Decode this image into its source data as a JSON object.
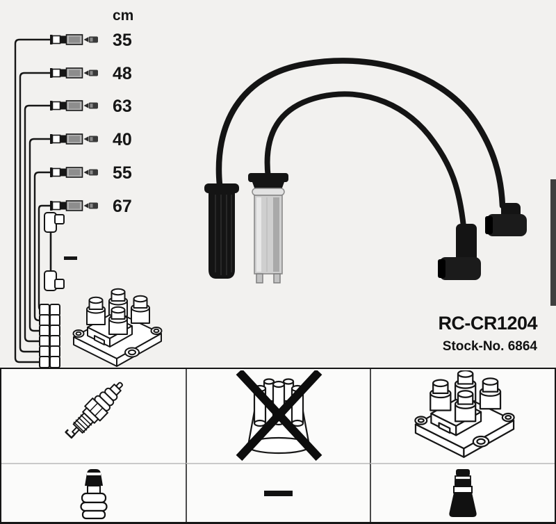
{
  "product": {
    "part_number": "RC-CR1204",
    "stock_number": "Stock-No. 6864"
  },
  "length_table": {
    "unit_header": "cm",
    "cable_lengths": [
      "35",
      "48",
      "63",
      "40",
      "55",
      "67"
    ]
  },
  "colors": {
    "background": "#f2f1ef",
    "ink": "#161616",
    "cell_background": "#fbfbfa",
    "metal_gray": "#cfcfcf",
    "grid_divider_dark": "#4a4a4a",
    "grid_divider_light": "#c9c9c9"
  },
  "icons": {
    "cable_rows": "cable-end-connector-icon",
    "jumper": "coil-jumper-cable-icon",
    "jumper_no_length": "dash-icon",
    "connector_bank": "coil-connector-bank-icon",
    "coil_pack": "ignition-coil-pack-icon",
    "cables_photo": "ignition-cable-set-photo",
    "grid_cells": [
      "spark-plug-icon",
      "distributor-cap-crossed-icon",
      "ignition-coil-pack-icon",
      "plug-side-boot-icon",
      "dash-icon",
      "coil-side-boot-icon"
    ]
  }
}
